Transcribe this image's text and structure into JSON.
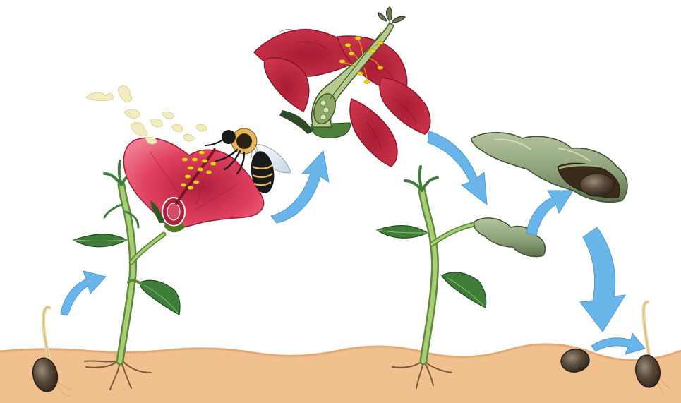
{
  "illustration": {
    "palette": {
      "background": "#ffffff",
      "soil": "#f0c08e",
      "soil_dark": "#d9a06a",
      "stem": "#9cc46a",
      "stem_dark": "#5f8a3a",
      "leaf": "#3f7d3a",
      "leaf_light": "#8fc06a",
      "flower_pink": "#e0405e",
      "flower_deep": "#b01f3c",
      "flower_red": "#c3263d",
      "flower_dark": "#8c1427",
      "pollen": "#f2d21b",
      "pod": "#8ea27a",
      "pod_dark": "#5e7150",
      "seed": "#5a4a3a",
      "arrow": "#6ab6ea",
      "bee_body": "#1a1a1a",
      "bee_fur": "#e6b45a",
      "wing": "#dfe9f2"
    },
    "stages": [
      {
        "name": "seed-germination",
        "icon": "sprouting-seed"
      },
      {
        "name": "young-plant",
        "icon": "seedling"
      },
      {
        "name": "flowering-pollination",
        "icon": "bee-on-flower"
      },
      {
        "name": "fertilization",
        "icon": "flower-cross-section"
      },
      {
        "name": "plant-with-pod",
        "icon": "plant-pod"
      },
      {
        "name": "seed-pod-open",
        "icon": "open-pod"
      },
      {
        "name": "dispersed-seed",
        "icon": "seed"
      },
      {
        "name": "new-sprout",
        "icon": "sprouting-seed"
      }
    ]
  }
}
